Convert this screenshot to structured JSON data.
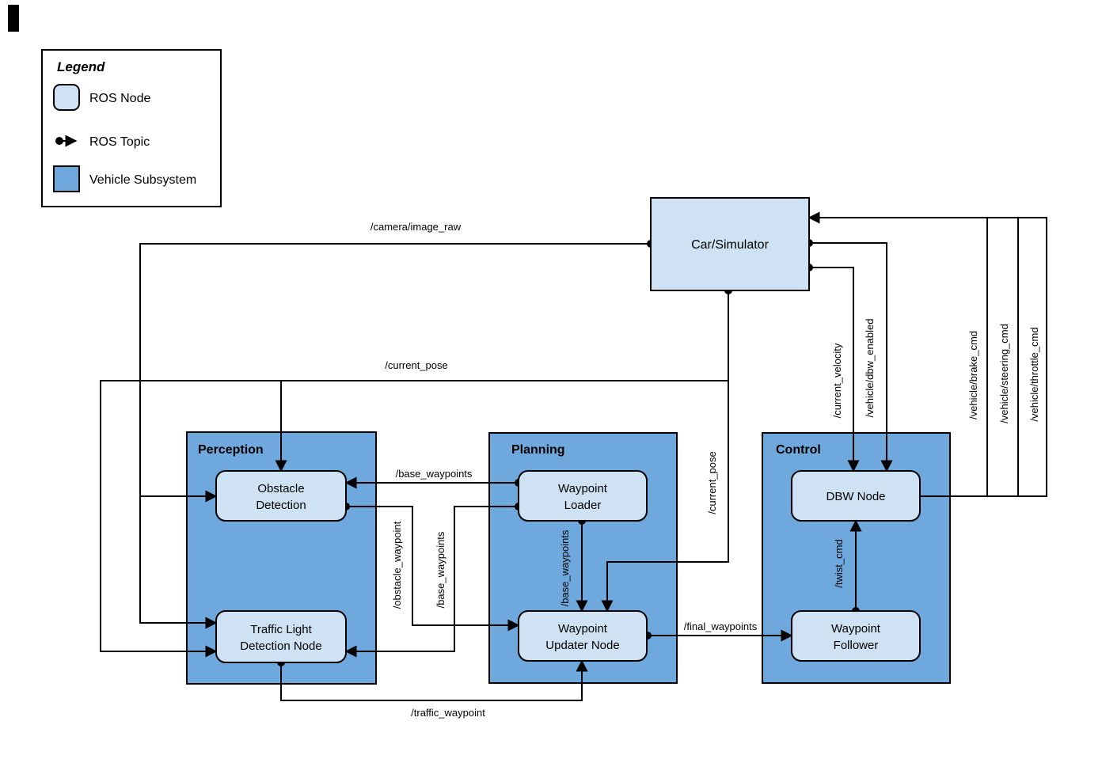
{
  "legend": {
    "title": "Legend",
    "ros_node": "ROS Node",
    "ros_topic": "ROS Topic",
    "vehicle_subsystem": "Vehicle Subsystem"
  },
  "subsystems": {
    "perception": {
      "title": "Perception"
    },
    "planning": {
      "title": "Planning"
    },
    "control": {
      "title": "Control"
    }
  },
  "nodes": {
    "car_simulator": {
      "label": "Car/Simulator"
    },
    "obstacle_detection": {
      "line1": "Obstacle",
      "line2": "Detection"
    },
    "traffic_light_detection": {
      "line1": "Traffic Light",
      "line2": "Detection Node"
    },
    "waypoint_loader": {
      "line1": "Waypoint",
      "line2": "Loader"
    },
    "waypoint_updater": {
      "line1": "Waypoint",
      "line2": "Updater Node"
    },
    "dbw_node": {
      "label": "DBW Node"
    },
    "waypoint_follower": {
      "line1": "Waypoint",
      "line2": "Follower"
    }
  },
  "topics": {
    "camera_image_raw": "/camera/image_raw",
    "current_pose": "/current_pose",
    "base_waypoints": "/base_waypoints",
    "obstacle_waypoint": "/obstacle_waypoint",
    "traffic_waypoint": "/traffic_waypoint",
    "final_waypoints": "/final_waypoints",
    "twist_cmd": "/twist_cmd",
    "current_velocity": "/current_velocity",
    "vehicle_dbw_enabled": "/vehicle/dbw_enabled",
    "vehicle_brake_cmd": "/vehicle/brake_cmd",
    "vehicle_steering_cmd": "/vehicle/steering_cmd",
    "vehicle_throttle_cmd": "/vehicle/throttle_cmd"
  },
  "edges": [
    {
      "topic": "/camera/image_raw",
      "from": "Car/Simulator",
      "to": [
        "Obstacle Detection",
        "Traffic Light Detection Node"
      ]
    },
    {
      "topic": "/current_pose",
      "from": "Car/Simulator",
      "to": [
        "Obstacle Detection",
        "Traffic Light Detection Node",
        "Waypoint Updater Node"
      ]
    },
    {
      "topic": "/base_waypoints",
      "from": "Waypoint Loader",
      "to": [
        "Obstacle Detection",
        "Traffic Light Detection Node",
        "Waypoint Updater Node"
      ]
    },
    {
      "topic": "/obstacle_waypoint",
      "from": "Obstacle Detection",
      "to": [
        "Waypoint Updater Node"
      ]
    },
    {
      "topic": "/traffic_waypoint",
      "from": "Traffic Light Detection Node",
      "to": [
        "Waypoint Updater Node"
      ]
    },
    {
      "topic": "/final_waypoints",
      "from": "Waypoint Updater Node",
      "to": [
        "Waypoint Follower"
      ]
    },
    {
      "topic": "/twist_cmd",
      "from": "Waypoint Follower",
      "to": [
        "DBW Node"
      ]
    },
    {
      "topic": "/current_velocity",
      "from": "Car/Simulator",
      "to": [
        "DBW Node"
      ]
    },
    {
      "topic": "/vehicle/dbw_enabled",
      "from": "Car/Simulator",
      "to": [
        "DBW Node"
      ]
    },
    {
      "topic": "/vehicle/brake_cmd",
      "from": "DBW Node",
      "to": [
        "Car/Simulator"
      ]
    },
    {
      "topic": "/vehicle/steering_cmd",
      "from": "DBW Node",
      "to": [
        "Car/Simulator"
      ]
    },
    {
      "topic": "/vehicle/throttle_cmd",
      "from": "DBW Node",
      "to": [
        "Car/Simulator"
      ]
    }
  ],
  "colors": {
    "ros_node_fill": "#cfe2f3",
    "vehicle_subsystem_fill": "#6fa8dc",
    "stroke": "#000000",
    "background": "#ffffff"
  }
}
